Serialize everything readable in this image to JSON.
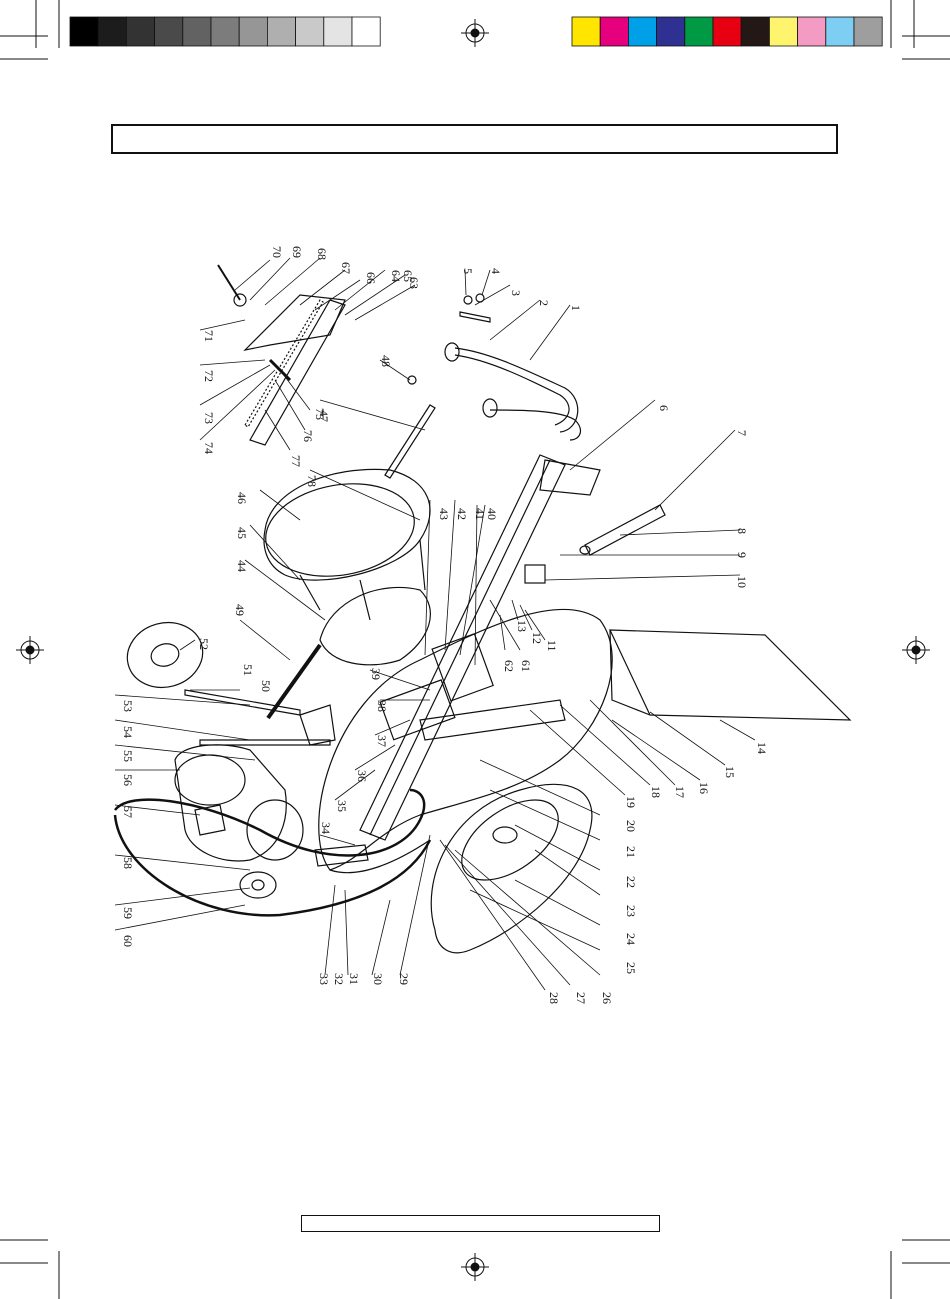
{
  "color_bar_left": [
    "#000000",
    "#1c1c1c",
    "#333333",
    "#4a4a4a",
    "#626262",
    "#7c7c7c",
    "#969696",
    "#afafaf",
    "#c9c9c9",
    "#e4e4e4",
    "#ffffff"
  ],
  "color_bar_right": [
    "#ffe500",
    "#e6007e",
    "#00a0e9",
    "#2e3192",
    "#009944",
    "#e60012",
    "#231815",
    "#fff46e",
    "#f39bc2",
    "#7ecef4",
    "#9e9e9f"
  ],
  "part_numbers": {
    "p1": "1",
    "p2": "2",
    "p3": "3",
    "p4": "4",
    "p5": "5",
    "p6": "6",
    "p7": "7",
    "p8": "8",
    "p9": "9",
    "p10": "10",
    "p11": "11",
    "p12": "12",
    "p13": "13",
    "p14": "14",
    "p15": "15",
    "p16": "16",
    "p17": "17",
    "p18": "18",
    "p19": "19",
    "p20": "20",
    "p21": "21",
    "p22": "22",
    "p23": "23",
    "p24": "24",
    "p25": "25",
    "p26": "26",
    "p27": "27",
    "p28": "28",
    "p29": "29",
    "p30": "30",
    "p31": "31",
    "p32": "32",
    "p33": "33",
    "p34": "34",
    "p35": "35",
    "p36": "36",
    "p37": "37",
    "p38": "38",
    "p39": "39",
    "p40": "40",
    "p41": "41",
    "p42": "42",
    "p43": "43",
    "p44": "44",
    "p45": "45",
    "p46": "46",
    "p47": "47",
    "p48": "48",
    "p49": "49",
    "p50": "50",
    "p51": "51",
    "p52": "52",
    "p53": "53",
    "p54": "54",
    "p55": "55",
    "p56": "56",
    "p57": "57",
    "p58": "58",
    "p59": "59",
    "p60": "60",
    "p61": "61",
    "p62": "62",
    "p63": "63",
    "p64": "64",
    "p65": "65",
    "p66": "66",
    "p67": "67",
    "p68": "68",
    "p69": "69",
    "p70": "70",
    "p71": "71",
    "p72": "72",
    "p73": "73",
    "p74": "74",
    "p75": "75",
    "p76": "76",
    "p77": "77",
    "p78": "78"
  },
  "icons": [
    "registration-mark-icon",
    "crop-mark-icon"
  ]
}
